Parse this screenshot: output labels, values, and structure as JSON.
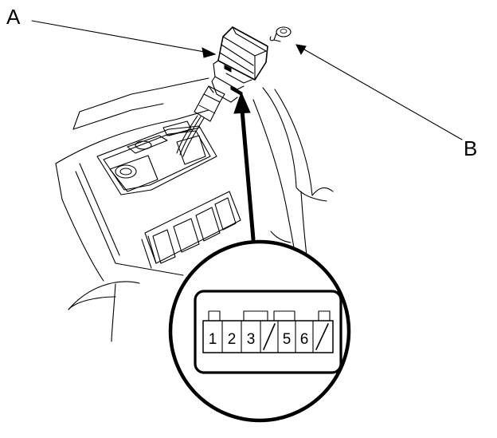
{
  "callouts": {
    "a": "A",
    "b": "B"
  },
  "connector": {
    "pins": [
      "1",
      "2",
      "3",
      "5",
      "6"
    ]
  },
  "colors": {
    "ink": "#000000",
    "paper": "#ffffff"
  }
}
